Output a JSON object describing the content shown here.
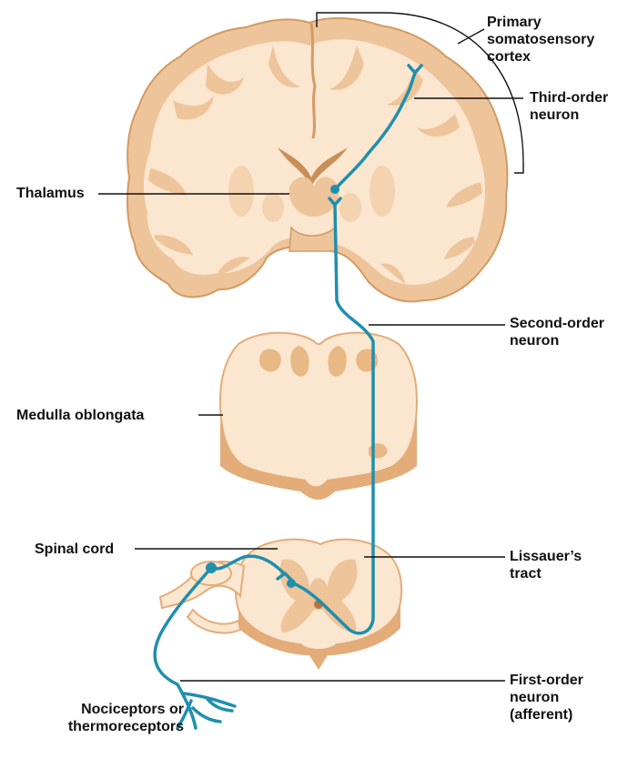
{
  "labels": {
    "cortex": [
      "Primary",
      "somatosensory",
      "cortex"
    ],
    "third": [
      "Third-order",
      "neuron"
    ],
    "thalamus": "Thalamus",
    "second": [
      "Second-order",
      "neuron"
    ],
    "medulla": "Medulla oblongata",
    "spinal": "Spinal cord",
    "lissauer": [
      "Lissauer’s",
      "tract"
    ],
    "receptors": [
      "Nociceptors or",
      "thermoreceptors"
    ],
    "first": [
      "First-order",
      "neuron",
      "(afferent)"
    ]
  },
  "colors": {
    "tissue_light": "#fbe6cf",
    "tissue_mid": "#eec49a",
    "tissue_dark": "#e3ac78",
    "outline": "#d49a62",
    "neuron": "#1f8fae",
    "leader": "#111111"
  }
}
